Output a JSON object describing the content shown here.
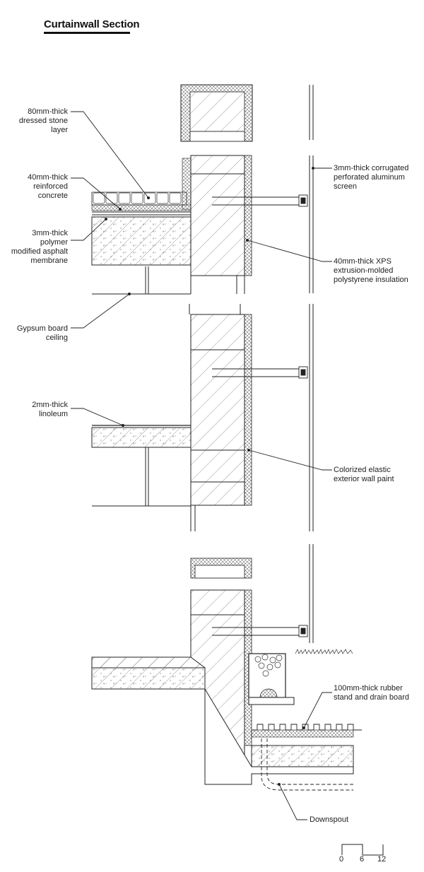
{
  "title": "Curtainwall Section",
  "labels": {
    "stone": "80mm-thick\ndressed stone\nlayer",
    "concrete": "40mm-thick\nreinforced\nconcrete",
    "membrane": "3mm-thick\npolymer\nmodified asphalt\nmembrane",
    "gypsum": "Gypsum board\nceiling",
    "linoleum": "2mm-thick\nlinoleum",
    "screen": "3mm-thick corrugated\nperforated aluminum\nscreen",
    "xps": "40mm-thick XPS\nextrusion-molded\npolystyrene insulation",
    "paint": "Colorized elastic\nexterior wall paint",
    "rubber": "100mm-thick rubber\nstand and drain board",
    "downspout": "Downspout"
  },
  "scale_bar": {
    "ticks": [
      "0",
      "6",
      "12"
    ]
  }
}
